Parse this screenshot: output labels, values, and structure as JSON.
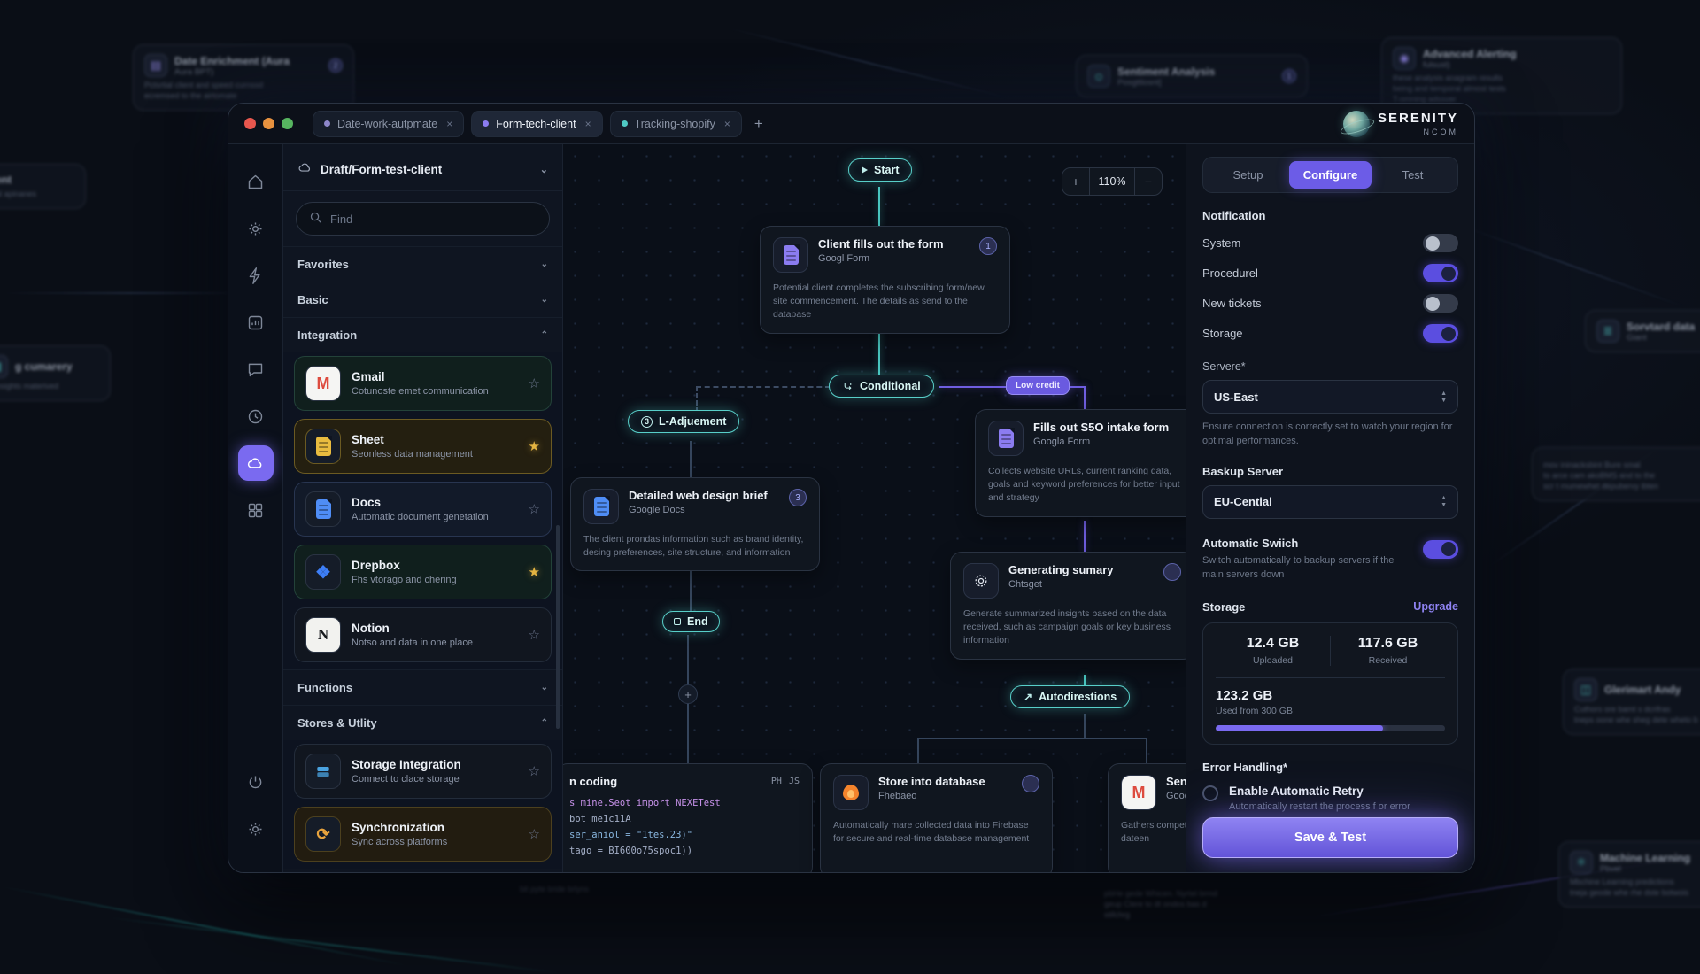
{
  "colors": {
    "accent_purple": "#7a6af0",
    "accent_teal": "#4fc9c4",
    "amber": "#e3b341",
    "toggle_on": "#5b4ee0",
    "save_gradient_top": "#8f83f2",
    "save_gradient_bottom": "#6354d8"
  },
  "window": {
    "tabs": [
      {
        "label": "Date-work-autpmate",
        "close": "×",
        "dot_color": "#8d86c9",
        "active": false
      },
      {
        "label": "Form-tech-client",
        "close": "×",
        "dot_color": "#8b7cf0",
        "active": true
      },
      {
        "label": "Tracking-shopify",
        "close": "×",
        "dot_color": "#4fc9c4",
        "active": false
      }
    ],
    "new_tab_label": "+",
    "logo": {
      "title": "SERENITY",
      "subtitle": "NCOM"
    }
  },
  "rail": {
    "icons": [
      "home",
      "ai-settings",
      "automation-bolt",
      "analytics",
      "chat",
      "history",
      "cloud-sync",
      "apps-grid"
    ],
    "bottom_icons": [
      "power",
      "settings"
    ],
    "active": "cloud-sync"
  },
  "left": {
    "workflow_selector": "Draft/Form-test-client",
    "selector_chevron": "⌄",
    "search_placeholder": "Find",
    "sections": [
      {
        "label": "Favorites",
        "chevron": "⌄"
      },
      {
        "label": "Basic",
        "chevron": "⌄"
      },
      {
        "label": "Integration",
        "chevron": "⌃"
      },
      {
        "label": "Functions",
        "chevron": "⌄"
      },
      {
        "label": "Stores & Utlity",
        "chevron": "⌃"
      }
    ],
    "integration_items": [
      {
        "name": "Gmail",
        "desc": "Cotunoste emet communication",
        "star": "☆",
        "starred": false
      },
      {
        "name": "Sheet",
        "desc": "Seonless data management",
        "star": "★",
        "starred": true
      },
      {
        "name": "Docs",
        "desc": "Automatic document genetation",
        "star": "☆",
        "starred": false
      },
      {
        "name": "Drepbox",
        "desc": "Fhs vtorago and chering",
        "star": "★",
        "starred": true
      },
      {
        "name": "Notion",
        "desc": "Notso and data in one place",
        "star": "☆",
        "starred": false
      }
    ],
    "utility_items": [
      {
        "name": "Storage Integration",
        "desc": "Connect to clace storage",
        "star": "☆",
        "starred": false
      },
      {
        "name": "Synchronization",
        "desc": "Sync across platforms",
        "star": "☆",
        "starred": false
      }
    ]
  },
  "canvas": {
    "zoom": {
      "plus": "+",
      "level": "110%",
      "minus": "−"
    },
    "nodes": {
      "start": {
        "label": "Start"
      },
      "client_form": {
        "title": "Client fills out the form",
        "subtitle": "Googl Form",
        "badge": "1",
        "desc": "Potential client completes the subscribing form/new site commencement. The details as send to the database"
      },
      "conditional": {
        "label": "Conditional"
      },
      "branch_badge": {
        "label": "Low credit"
      },
      "adjustment": {
        "label": "L-Adjuement",
        "badge": "3"
      },
      "design_brief": {
        "title": "Detailed web design brief",
        "subtitle": "Google Docs",
        "badge": "3",
        "desc": "The client prondas information such as brand identity, desing preferences, site structure, and information"
      },
      "sso_form": {
        "title": "Fills out S5O intake form",
        "subtitle": "Googla Form",
        "desc": "Collects website URLs, current ranking data, goals and keyword preferences for better input and strategy"
      },
      "summary": {
        "title": "Generating sumary",
        "subtitle": "Chtsget",
        "desc": "Generate summarized insights based on the data received, such as campaign goals or key business information"
      },
      "end": {
        "label": "End"
      },
      "plus": "+",
      "autodirections": {
        "label": "Autodirestions",
        "arrow": "↗"
      },
      "coding": {
        "title": "n coding",
        "tags": [
          "PH",
          "JS"
        ],
        "code": [
          "s mine.Seot import NEXETest",
          "bot me1c11A",
          "ser_aniol = \"1tes.23)\"",
          "tago = BI600o75spoc1))"
        ]
      },
      "database": {
        "title": "Store into database",
        "subtitle": "Fhebaeo",
        "desc": "Automatically mare collected data into Firebase for secure and real-time database management"
      },
      "send": {
        "title": "Send l",
        "subtitle": "Googl",
        "desc": "Gathers compet gogy, Google, AI dateen"
      }
    }
  },
  "right": {
    "tabs": [
      {
        "label": "Setup",
        "active": false
      },
      {
        "label": "Configure",
        "active": true
      },
      {
        "label": "Test",
        "active": false
      }
    ],
    "notification": {
      "heading": "Notification",
      "toggles": [
        {
          "label": "System",
          "on": false
        },
        {
          "label": "Procedurel",
          "on": true
        },
        {
          "label": "New tickets",
          "on": false
        },
        {
          "label": "Storage",
          "on": true
        }
      ]
    },
    "server": {
      "label": "Servere*",
      "value": "US-East",
      "help": "Ensure connection is correctly set to watch your region for optimal performances."
    },
    "backup": {
      "label": "Baskup Server",
      "value": "EU-Cential"
    },
    "auto_switch": {
      "label": "Automatic Swiich",
      "desc": "Switch automatically to backup servers if the main servers down",
      "on": true
    },
    "storage": {
      "heading": "Storage",
      "upgrade": "Upgrade",
      "uploaded_value": "12.4 GB",
      "uploaded_label": "Uploaded",
      "received_value": "117.6 GB",
      "received_label": "Received",
      "used_value": "123.2 GB",
      "used_label": "Used from 300 GB",
      "progress_pct": 73
    },
    "error_handling": {
      "heading": "Error Handling*",
      "radio_label": "Enable Automatic Retry",
      "radio_desc": "Automatically restart the process f or error",
      "checked": false
    },
    "save_label": "Save & Test"
  },
  "background": {
    "cards": [
      {
        "title": "Date Enrichment (Aura",
        "sub": "Aura BPT)",
        "badge": "2",
        "lines": [
          "Pctsrtial client and speed curnssd",
          "ecremsed to the airtomate"
        ]
      },
      {
        "title": "ent",
        "sub": "",
        "lines": [
          "al apinanes"
        ]
      },
      {
        "title": "g cumarery",
        "sub": "",
        "lines": [
          "or insights materived"
        ]
      },
      {
        "title": "Sentiment Analysis",
        "sub": "Posgttlosnt]",
        "badge": "1",
        "lines": []
      },
      {
        "title": "Advanced Alerting",
        "sub": "fulsust)",
        "lines": [
          "these analysis anagram results",
          "being and temporal almost tests",
          "T-omning adssver"
        ]
      },
      {
        "title": "Sorvtard data",
        "sub": "Giant",
        "lines": []
      },
      {
        "title": "",
        "sub": "",
        "lines": [
          "mov ininacksbint Bure smal",
          "to arce cam akoBMS and to the",
          "scr t mumewhet depubervy ibten"
        ]
      },
      {
        "title": "Glerimart Andy",
        "sub": "",
        "lines": [
          "Cuthors ore bamt s dcrifras",
          "tneps oone whe sheg dete wheto b"
        ]
      },
      {
        "title": "Machine Learning",
        "sub": "Pbvel",
        "lines": [
          "Mbchine Learning predictions",
          "tneja geode whe rhe dste botwois"
        ]
      },
      {
        "title": "",
        "sub": "",
        "lines": [
          "pbHe gede Whicen. Nyrtel brmd",
          "geup Clere to dt ondos bas d",
          "stifchrg"
        ]
      },
      {
        "title": "",
        "sub": "",
        "lines": [
          "bit pyte bride brlyns"
        ]
      }
    ]
  }
}
